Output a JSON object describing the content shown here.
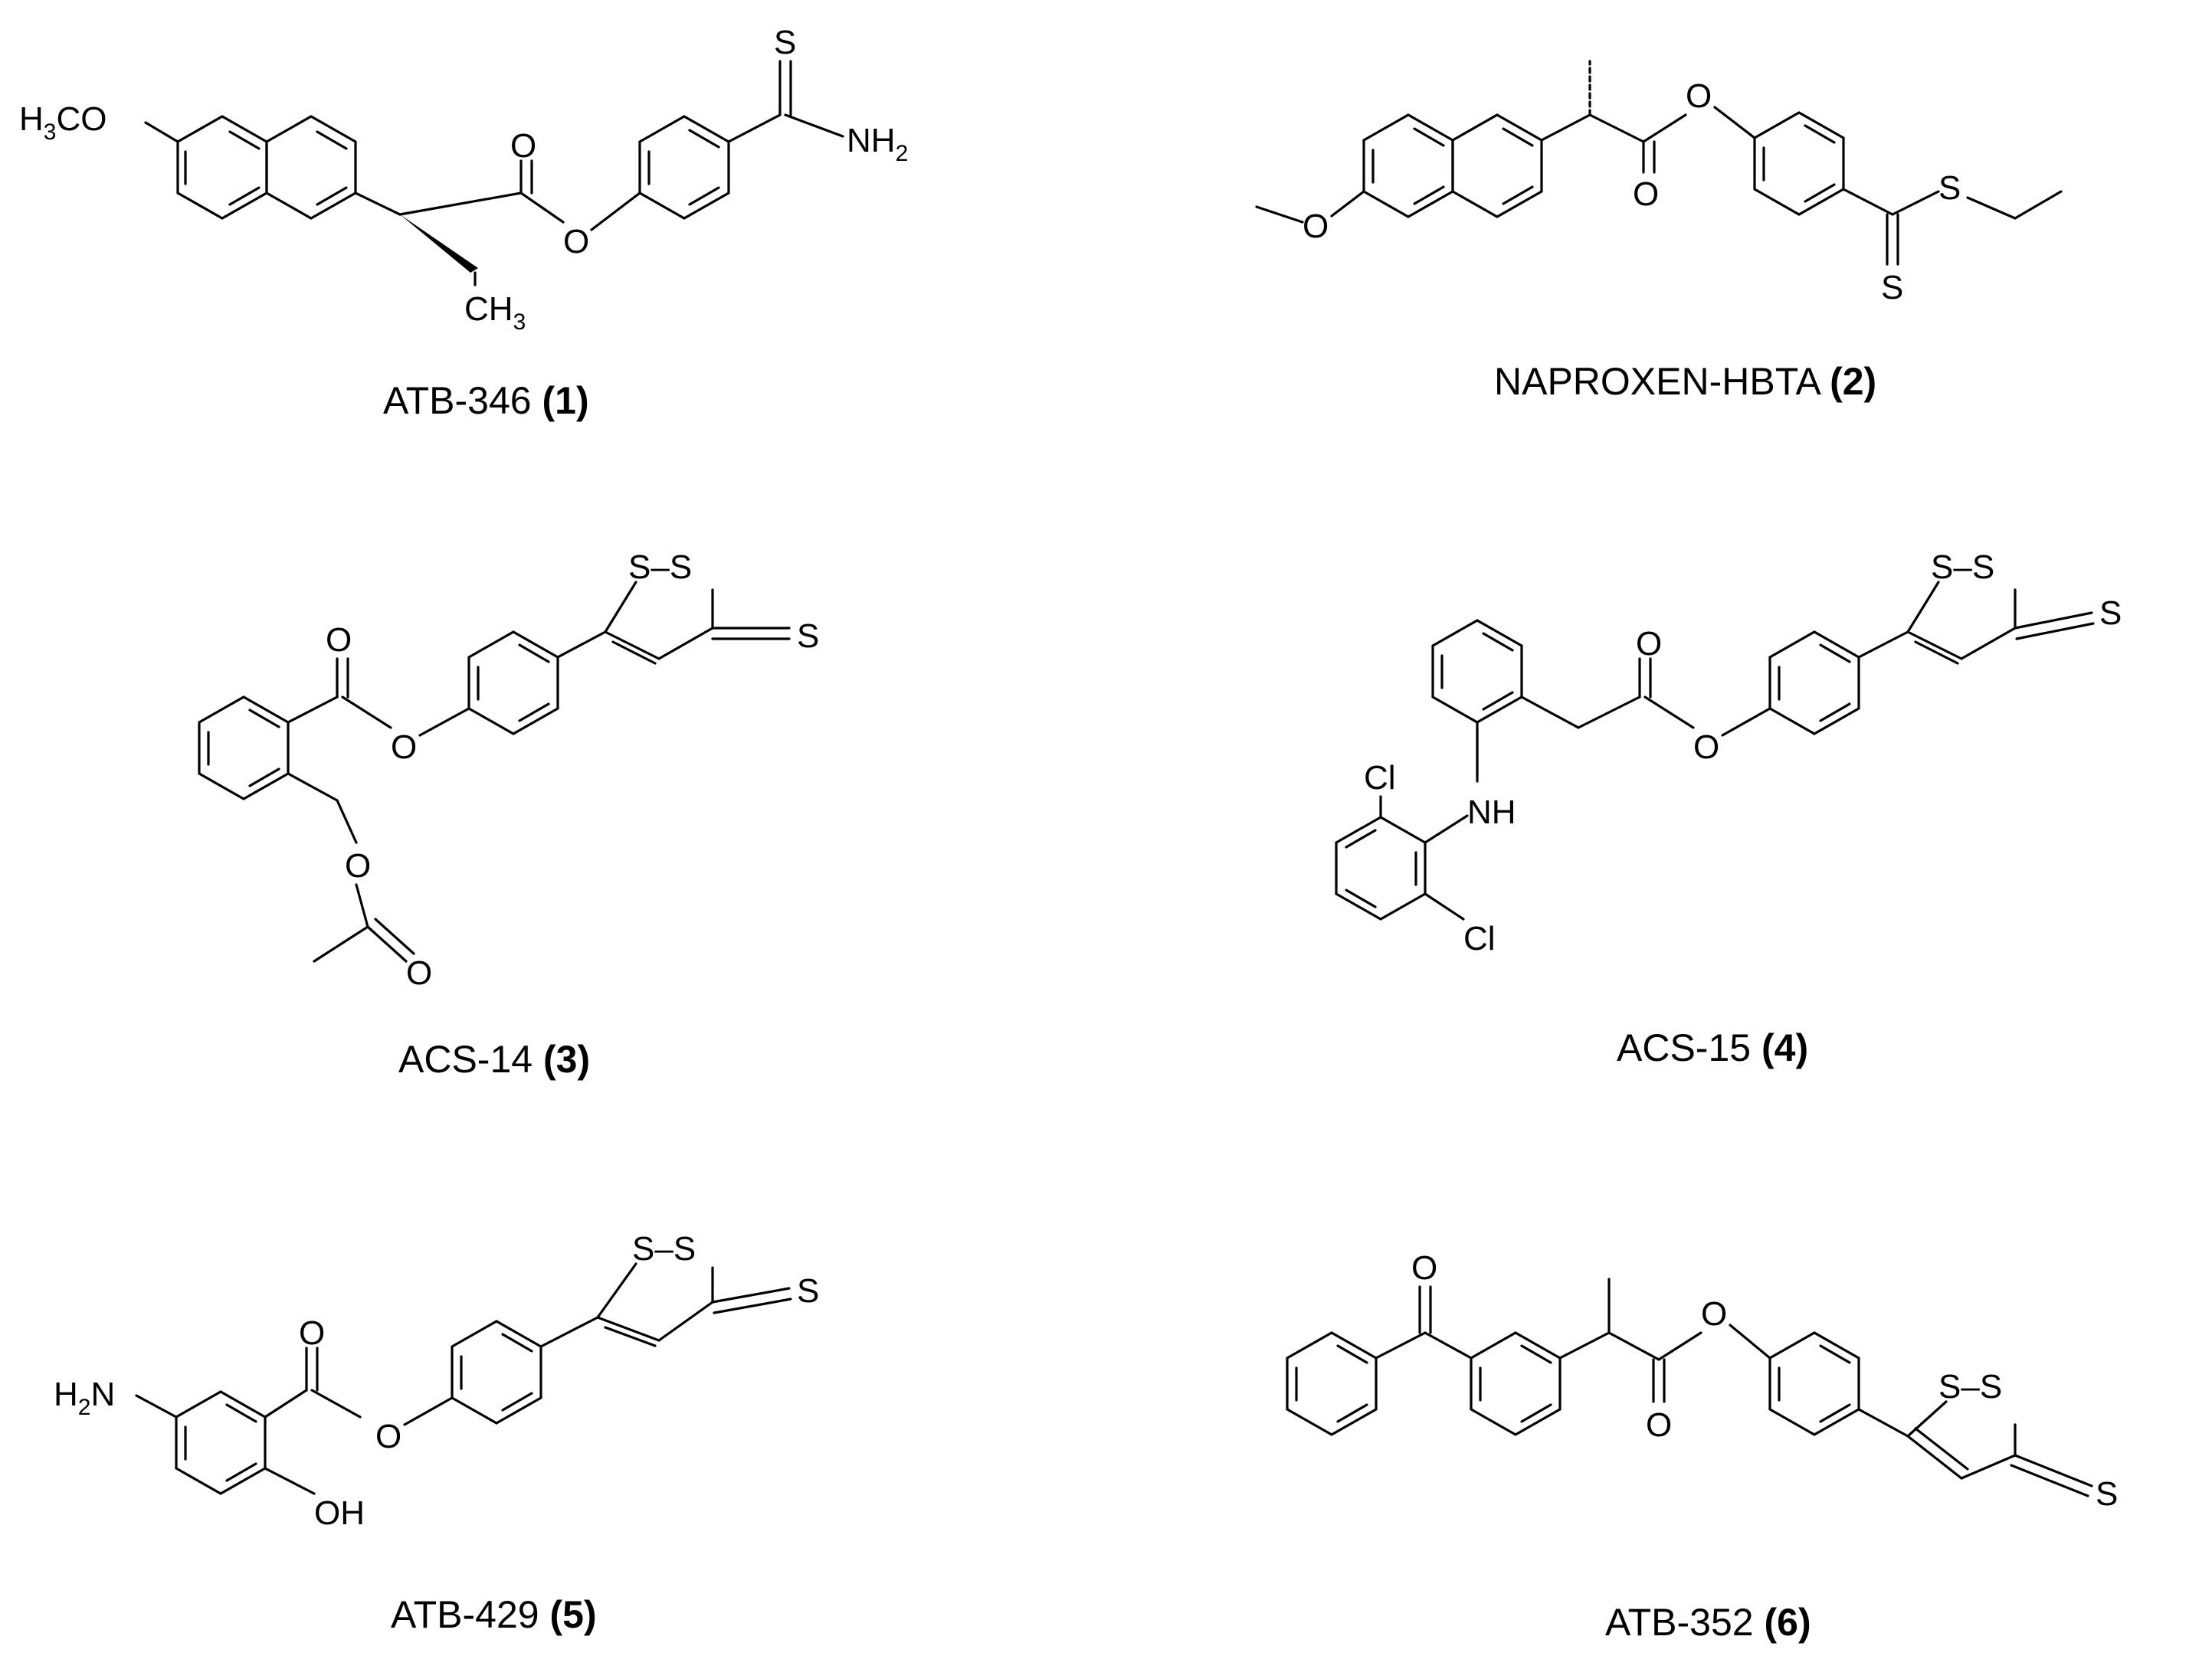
{
  "compounds": [
    {
      "name": "ATB-346",
      "number": "1"
    },
    {
      "name": "NAPROXEN-HBTA",
      "number": "2"
    },
    {
      "name": "ACS-14",
      "number": "3"
    },
    {
      "name": "ACS-15",
      "number": "4"
    },
    {
      "name": "ATB-429",
      "number": "5"
    },
    {
      "name": "ATB-352",
      "number": "6"
    }
  ],
  "atoms": {
    "h3co": {
      "H": "H",
      "three": "3",
      "CO": "CO"
    },
    "o": "O",
    "s": "S",
    "nh2": {
      "NH": "NH",
      "two": "2"
    },
    "ch3": {
      "CH": "CH",
      "three": "3"
    },
    "ss": "S–S",
    "cl": "Cl",
    "nh": "NH",
    "h2n": {
      "H": "H",
      "two": "2",
      "N": "N"
    },
    "oh": "OH"
  }
}
